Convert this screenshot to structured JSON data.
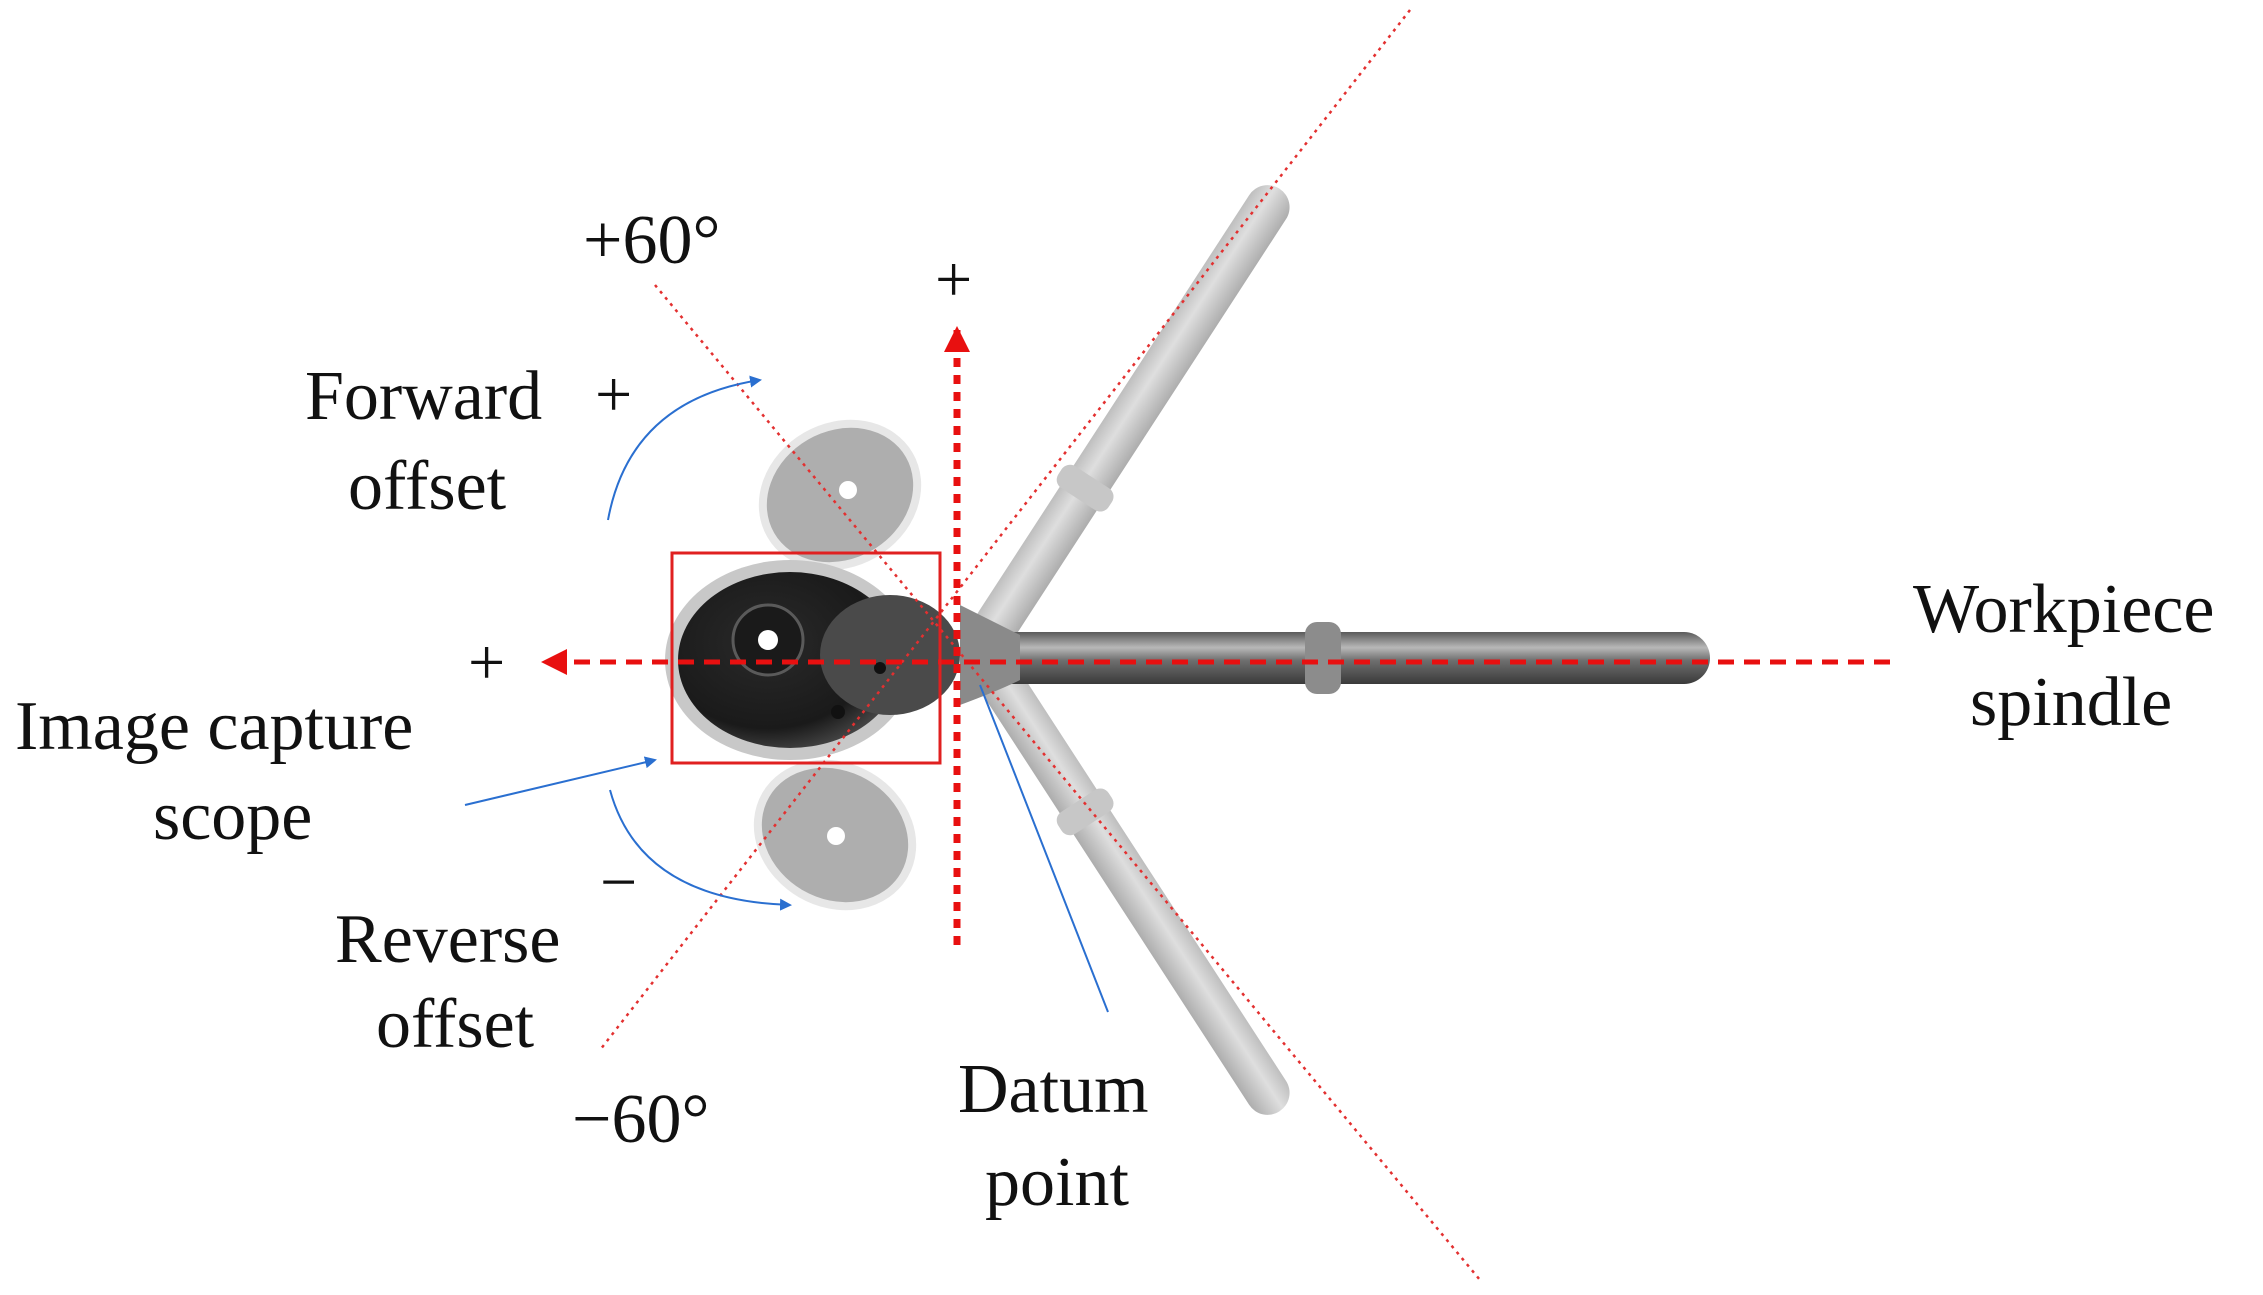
{
  "labels": {
    "pos_angle": "+60°",
    "neg_angle": "−60°",
    "forward_line1": "Forward",
    "forward_plus": "+",
    "forward_line2": "offset",
    "reverse_line1": "Reverse",
    "reverse_line2": "offset",
    "reverse_minus": "−",
    "capture_line1": "Image capture",
    "capture_line2": "scope",
    "workpiece_line1": "Workpiece",
    "workpiece_line2": "spindle",
    "datum_line1": "Datum",
    "datum_line2": "point",
    "axis_up_plus": "+",
    "axis_left_plus": "+"
  },
  "colors": {
    "axis_red": "#e81010",
    "guide_red": "#e33030",
    "annotation_blue": "#2a6fd0",
    "frame_red": "#e02020",
    "tool_metal": "#7d7d7d",
    "tool_head": "#3c3c3c"
  },
  "angles": {
    "forward_offset_deg": 60,
    "reverse_offset_deg": -60
  }
}
